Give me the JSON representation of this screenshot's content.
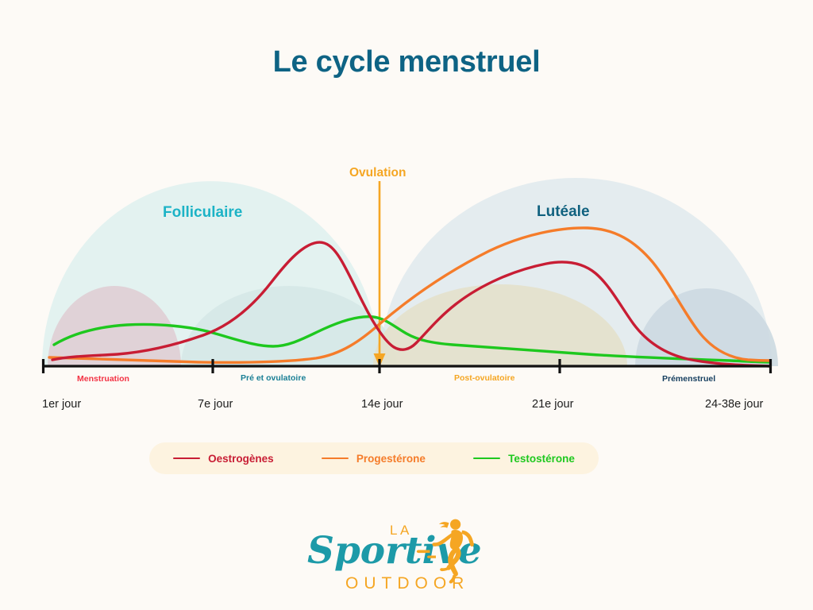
{
  "page": {
    "background_color": "#fdfaf6",
    "title": "Le cycle menstruel",
    "title_color": "#0e6384"
  },
  "phases": {
    "folliculaire": {
      "label": "Folliculaire",
      "color": "#1cb3c6"
    },
    "luteale": {
      "label": "Lutéale",
      "color": "#10617f"
    },
    "ovulation": {
      "label": "Ovulation",
      "color": "#f5a623"
    }
  },
  "axis": {
    "sub_phases": [
      {
        "label": "Menstruation",
        "color": "#f33244"
      },
      {
        "label": "Pré et ovulatoire",
        "color": "#1a7f95"
      },
      {
        "label": "Post-ovulatoire",
        "color": "#f5a623"
      },
      {
        "label": "Prémenstruel",
        "color": "#143d5e"
      }
    ],
    "day_labels": [
      "1er jour",
      "7e jour",
      "14e jour",
      "21e jour",
      "24-38e jour"
    ],
    "tick_days": [
      1,
      7,
      14,
      21,
      28
    ],
    "axis_color": "#111111"
  },
  "legend": {
    "background_color": "#fdf3e0",
    "items": [
      {
        "label": "Oestrogènes",
        "color": "#c81d34"
      },
      {
        "label": "Progestérone",
        "color": "#f57c2a"
      },
      {
        "label": "Testostérone",
        "color": "#1ec81e"
      }
    ]
  },
  "logo": {
    "line1": "LA",
    "line2": "Sportive",
    "line3": "OUTDOOR",
    "script_color": "#1d9aa8",
    "accent_color": "#f5a623",
    "icon": "running-woman-icon"
  },
  "chart_data": {
    "type": "line",
    "title": "Le cycle menstruel",
    "xlabel": "",
    "ylabel": "",
    "xlim": [
      1,
      28
    ],
    "ylim": [
      0,
      100
    ],
    "grid": false,
    "legend_position": "bottom",
    "x_tick_values": [
      1,
      7,
      14,
      21,
      28
    ],
    "x_tick_labels": [
      "1er jour",
      "7e jour",
      "14e jour",
      "21e jour",
      "24-38e jour"
    ],
    "annotations": [
      {
        "text": "Ovulation",
        "x": 14,
        "color": "#f5a623",
        "kind": "arrow-down-to-axis"
      },
      {
        "text": "Folliculaire",
        "x_range": [
          1,
          14
        ],
        "color": "#1cb3c6",
        "kind": "phase-dome"
      },
      {
        "text": "Lutéale",
        "x_range": [
          14,
          28
        ],
        "color": "#10617f",
        "kind": "phase-dome"
      },
      {
        "text": "Menstruation",
        "x_range": [
          1,
          7
        ],
        "color": "#f33244",
        "kind": "sub-phase-dome"
      },
      {
        "text": "Pré et ovulatoire",
        "x_range": [
          7,
          14
        ],
        "color": "#1a7f95",
        "kind": "sub-phase-dome"
      },
      {
        "text": "Post-ovulatoire",
        "x_range": [
          14,
          23
        ],
        "color": "#f5a623",
        "kind": "sub-phase-dome"
      },
      {
        "text": "Prémenstruel",
        "x_range": [
          23,
          28
        ],
        "color": "#143d5e",
        "kind": "sub-phase-dome"
      }
    ],
    "x": [
      1,
      2,
      3,
      4,
      5,
      6,
      7,
      8,
      9,
      10,
      11,
      12,
      13,
      14,
      15,
      16,
      17,
      18,
      19,
      20,
      21,
      22,
      23,
      24,
      25,
      26,
      27,
      28
    ],
    "series": [
      {
        "name": "Oestrogènes",
        "color": "#c81d34",
        "values": [
          8,
          6,
          6,
          7,
          8,
          10,
          13,
          18,
          27,
          42,
          62,
          76,
          68,
          34,
          16,
          12,
          18,
          27,
          36,
          44,
          49,
          50,
          46,
          38,
          27,
          18,
          12,
          9
        ]
      },
      {
        "name": "Progestérone",
        "color": "#f57c2a",
        "values": [
          5,
          4,
          4,
          4,
          4,
          4,
          5,
          5,
          6,
          7,
          9,
          13,
          20,
          31,
          43,
          54,
          64,
          73,
          80,
          85,
          88,
          87,
          82,
          70,
          52,
          32,
          19,
          14
        ]
      },
      {
        "name": "Testostérone",
        "color": "#1ec81e",
        "values": [
          18,
          22,
          25,
          27,
          28,
          29,
          29,
          28,
          25,
          22,
          21,
          23,
          28,
          32,
          33,
          30,
          26,
          23,
          22,
          21,
          20,
          19,
          18,
          16,
          14,
          12,
          11,
          10
        ]
      }
    ]
  }
}
